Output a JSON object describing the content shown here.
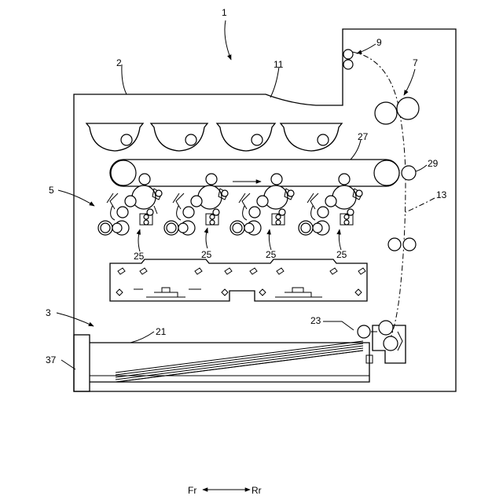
{
  "labels": {
    "printer": "1",
    "housing": "2",
    "feeder": "3",
    "image_forming": "5",
    "fixing": "7",
    "discharge": "9",
    "top_surface": "11",
    "conveyance_path": "13",
    "sheet_tray": "21",
    "pickup": "23",
    "unit_a": "25",
    "unit_b": "25",
    "unit_c": "25",
    "unit_d": "25",
    "belt": "27",
    "transfer_roller": "29",
    "tray_front": "37"
  },
  "direction": {
    "front": "Fr",
    "rear": "Rr"
  }
}
